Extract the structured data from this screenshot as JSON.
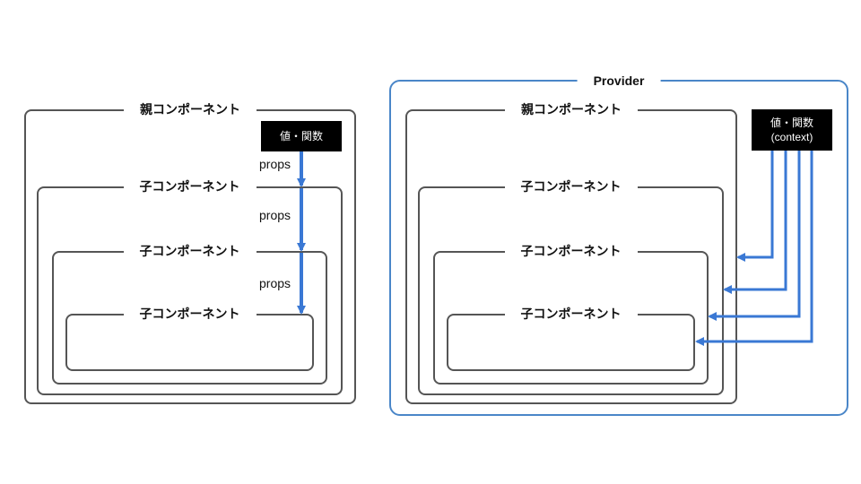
{
  "left_diagram": {
    "parent_label": "親コンポーネント",
    "child_labels": [
      "子コンポーネント",
      "子コンポーネント",
      "子コンポーネント"
    ],
    "value_box_label": "値・関数",
    "props_labels": [
      "props",
      "props",
      "props"
    ]
  },
  "right_diagram": {
    "provider_label": "Provider",
    "parent_label": "親コンポーネント",
    "child_labels": [
      "子コンポーネント",
      "子コンポーネント",
      "子コンポーネント"
    ],
    "value_box_line1": "値・関数",
    "value_box_line2": "(context)"
  },
  "colors": {
    "arrow": "#3a78d4",
    "box_border": "#555555",
    "provider_border": "#4a86c8",
    "value_box_bg": "#000000"
  }
}
